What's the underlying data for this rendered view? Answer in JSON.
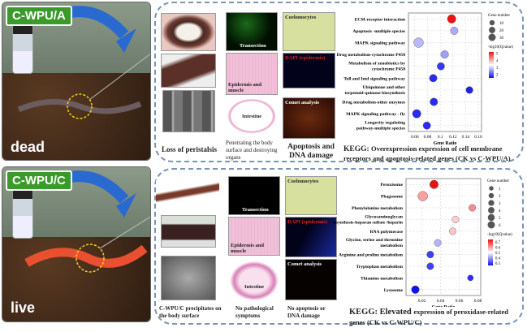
{
  "panels": [
    {
      "tag": "C-WPU/A",
      "state": "dead",
      "captions": [
        "Loss of peristalsis",
        "Penetrating the body surface and destroying organs",
        "Apoptosis and DNA damage"
      ],
      "image_labels": {
        "transection": "Transection",
        "epidermis": "Epidermis and muscle",
        "intestine": "Intestine",
        "coelomocytes": "Coelomocytes",
        "dapi": "DAPI (epidermis)",
        "comet": "Comet analysis"
      },
      "kegg_prefix": "KEGG:",
      "kegg_text": "Overexpression expression of cell membrane receptors and apoptosis-related genes (CK vs C-WPU/A)"
    },
    {
      "tag": "C-WPU/C",
      "state": "live",
      "captions": [
        "C-WPU/C precipitates on the body surface",
        "No pathological symptoms",
        "No apoptosis or DNA damage"
      ],
      "image_labels": {
        "transection": "Transection",
        "epidermis": "Epidermis and muscle",
        "intestine": "Intestine",
        "coelomocytes": "Coelomocytes",
        "dapi": "DAPI (epidermis)",
        "comet": "Comet analysis"
      },
      "kegg_prefix": "KEGG: Elevated",
      "kegg_text": "expression of peroxidase-related genes (CK vs C-WPU/C)"
    }
  ],
  "chart_data": [
    {
      "type": "scatter",
      "xlabel": "Gene Ratio",
      "xlim": [
        0.05,
        0.165
      ],
      "xticks": [
        0.06,
        0.08,
        0.1,
        0.12,
        0.14,
        0.16
      ],
      "size_legend_title": "Gene number",
      "size_legend": [
        10,
        20,
        30
      ],
      "color_legend_title": "-log10(Qvalue)",
      "color_range": [
        1.5,
        5.2
      ],
      "color_ticks": [
        2,
        3,
        4,
        5
      ],
      "categories": [
        "ECM-receptor interaction",
        "Apoptosis -multiple species",
        "MAPK signaling pathway",
        "Drug metabolism-cytochrome P450",
        "Metabolism of xenobiotics by cytochrome P450",
        "Toll and Imd signaling pathway",
        "Ubiquinone and other terpenoid-quinone biosynthesis",
        "Drug metabolism-other enzymes",
        "MAPK signaling pathway - fly",
        "Longevity regulating pathway-multiple species"
      ],
      "x": [
        0.118,
        0.122,
        0.066,
        0.107,
        0.101,
        0.089,
        0.146,
        0.09,
        0.063,
        0.079
      ],
      "size": [
        20,
        14,
        30,
        15,
        13,
        14,
        10,
        14,
        20,
        13
      ],
      "color": [
        5.2,
        2.7,
        2.8,
        2.6,
        1.8,
        1.7,
        1.6,
        1.7,
        1.7,
        1.7
      ]
    },
    {
      "type": "scatter",
      "xlabel": "Gene Ratio",
      "xlim": [
        0.003,
        0.083
      ],
      "xticks": [
        0.02,
        0.04,
        0.06,
        0.08
      ],
      "size_legend_title": "Gene number",
      "size_legend": [
        1,
        2,
        3,
        4,
        5,
        6
      ],
      "color_legend_title": "-log10(Qvalue)",
      "color_range": [
        0.25,
        0.75
      ],
      "color_ticks": [
        0.3,
        0.4,
        0.5,
        0.6,
        0.7
      ],
      "categories": [
        "Peroxisome",
        "Phagosome",
        "Phenylalanine metabolism",
        "Glycosaminoglycan biosynthesis-heparan sulfate /heparin",
        "RNA polymerase",
        "Glycine, serine and threonine metabolism",
        "Arginine and proline metabolism",
        "Tryptophan metabolism",
        "Thiamine metabolism",
        "Lysosome"
      ],
      "x": [
        0.033,
        0.021,
        0.074,
        0.056,
        0.053,
        0.037,
        0.029,
        0.029,
        0.072,
        0.013
      ],
      "size": [
        4,
        6,
        2,
        2,
        2,
        2,
        2,
        2,
        1,
        3
      ],
      "color": [
        0.75,
        0.6,
        0.62,
        0.55,
        0.56,
        0.42,
        0.3,
        0.3,
        0.28,
        0.25
      ]
    }
  ],
  "colors": {
    "high": "#ee1111",
    "mid": "#ffffff",
    "low": "#1111ee",
    "frame": "#7a93b8",
    "tag": "#3a9a2a"
  }
}
